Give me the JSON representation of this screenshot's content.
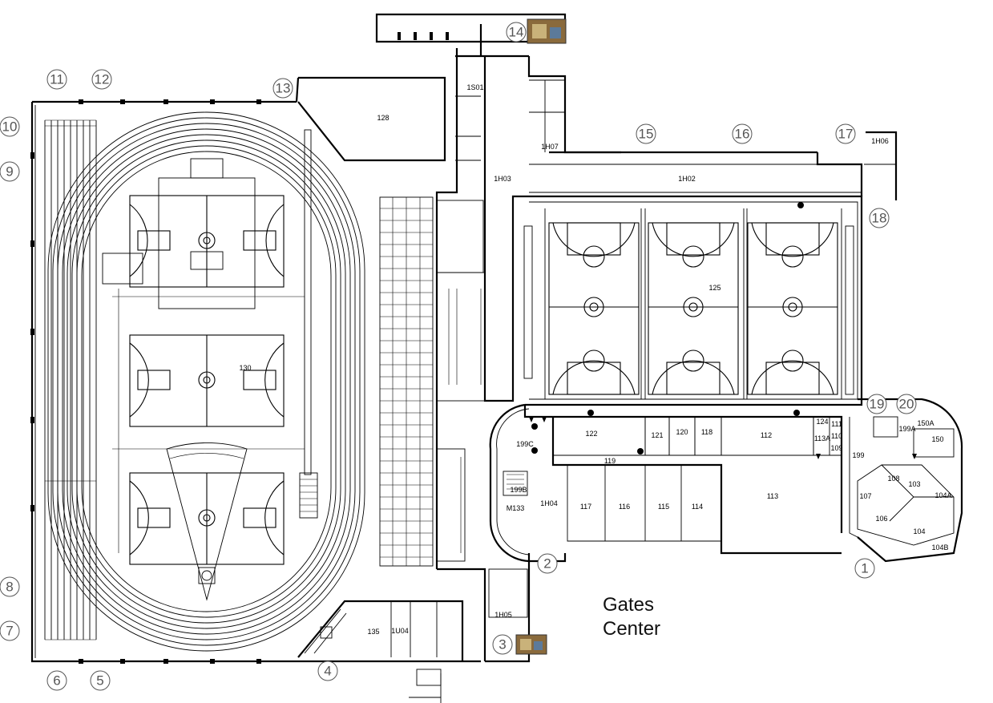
{
  "title": {
    "line1": "Gates",
    "line2": "Center"
  },
  "rooms": {
    "r128": "128",
    "r1H03": "1H03",
    "r1H02": "1H02",
    "r125": "125",
    "r130": "130",
    "r122": "122",
    "r121": "121",
    "r120": "120",
    "r118": "118",
    "r112": "112",
    "r124": "124",
    "r111": "111",
    "r113A": "113A",
    "r110": "110",
    "r109": "109",
    "r199": "199",
    "r199A": "199A",
    "r150A": "150A",
    "r150": "150",
    "r103": "103",
    "r108": "108",
    "r107": "107",
    "r106": "106",
    "r104A": "104A",
    "r104": "104",
    "r104B": "104B",
    "r119": "119",
    "r117": "117",
    "r116": "116",
    "r115": "115",
    "r114": "114",
    "r113": "113",
    "r199C": "199C",
    "r199B": "199B",
    "rM133": "M133",
    "r1H04": "1H04",
    "r135": "135",
    "r1U04": "1U04",
    "r1H05": "1H05",
    "r1S01": "1S01",
    "r1H06": "1H06",
    "r1H07": "1H07"
  },
  "exits": [
    {
      "id": "exit-1",
      "label": "1"
    },
    {
      "id": "exit-2",
      "label": "2"
    },
    {
      "id": "exit-3",
      "label": "3"
    },
    {
      "id": "exit-4",
      "label": "4"
    },
    {
      "id": "exit-5",
      "label": "5"
    },
    {
      "id": "exit-6",
      "label": "6"
    },
    {
      "id": "exit-7",
      "label": "7"
    },
    {
      "id": "exit-8",
      "label": "8"
    },
    {
      "id": "exit-9",
      "label": "9"
    },
    {
      "id": "exit-10",
      "label": "10"
    },
    {
      "id": "exit-11",
      "label": "11"
    },
    {
      "id": "exit-12",
      "label": "12"
    },
    {
      "id": "exit-13",
      "label": "13"
    },
    {
      "id": "exit-14",
      "label": "14"
    },
    {
      "id": "exit-15",
      "label": "15"
    },
    {
      "id": "exit-16",
      "label": "16"
    },
    {
      "id": "exit-17",
      "label": "17"
    },
    {
      "id": "exit-18",
      "label": "18"
    },
    {
      "id": "exit-19",
      "label": "19"
    },
    {
      "id": "exit-20",
      "label": "20"
    }
  ],
  "colors": {
    "line": "#000000",
    "exit_marker": "#555555",
    "background": "#ffffff",
    "photo_marker": "#8a6a3c"
  },
  "icons": {
    "photo": "camera-photo-icon"
  }
}
